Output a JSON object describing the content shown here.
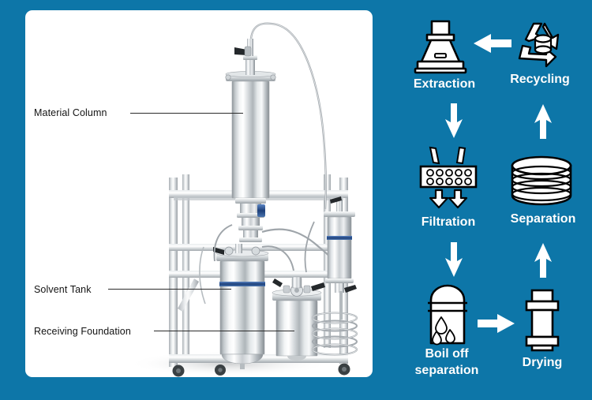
{
  "page": {
    "background_color": "#0d76a8",
    "card_color": "#ffffff"
  },
  "photo_card": {
    "alt": "stainless steel closed loop extraction machine on aluminium frame with castors",
    "callouts": [
      {
        "name": "material-column",
        "label": "Material Column"
      },
      {
        "name": "solvent-tank",
        "label": "Solvent Tank"
      },
      {
        "name": "receiving-foundation",
        "label": "Receiving Foundation"
      }
    ]
  },
  "flow": {
    "title": "",
    "accent_color": "#0d76a8",
    "icon_color": "#ffffff",
    "steps": [
      {
        "name": "extraction",
        "label": "Extraction",
        "icon": "extraction-vessel-icon"
      },
      {
        "name": "recycling",
        "label": "Recycling",
        "icon": "recycling-arrows-icon"
      },
      {
        "name": "filtration",
        "label": "Filtration",
        "icon": "filter-plate-icon"
      },
      {
        "name": "separation",
        "label": "Separation",
        "icon": "stacked-discs-icon"
      },
      {
        "name": "boil-off-separation",
        "label": "Boil off separation",
        "icon": "boil-off-vessel-icon"
      },
      {
        "name": "drying",
        "label": "Drying",
        "icon": "drying-column-icon"
      }
    ],
    "arrows": [
      {
        "name": "arrow-recycling-to-extraction",
        "icon": "arrow-left-icon",
        "from": "recycling",
        "to": "extraction"
      },
      {
        "name": "arrow-extraction-to-filtration",
        "icon": "arrow-down-icon",
        "from": "extraction",
        "to": "filtration"
      },
      {
        "name": "arrow-separation-to-recycling",
        "icon": "arrow-up-icon",
        "from": "separation",
        "to": "recycling"
      },
      {
        "name": "arrow-filtration-to-boil-off",
        "icon": "arrow-down-icon",
        "from": "filtration",
        "to": "boil-off-separation"
      },
      {
        "name": "arrow-drying-to-separation",
        "icon": "arrow-up-icon",
        "from": "drying",
        "to": "separation"
      },
      {
        "name": "arrow-boil-off-to-drying",
        "icon": "arrow-right-icon",
        "from": "boil-off-separation",
        "to": "drying"
      }
    ]
  }
}
